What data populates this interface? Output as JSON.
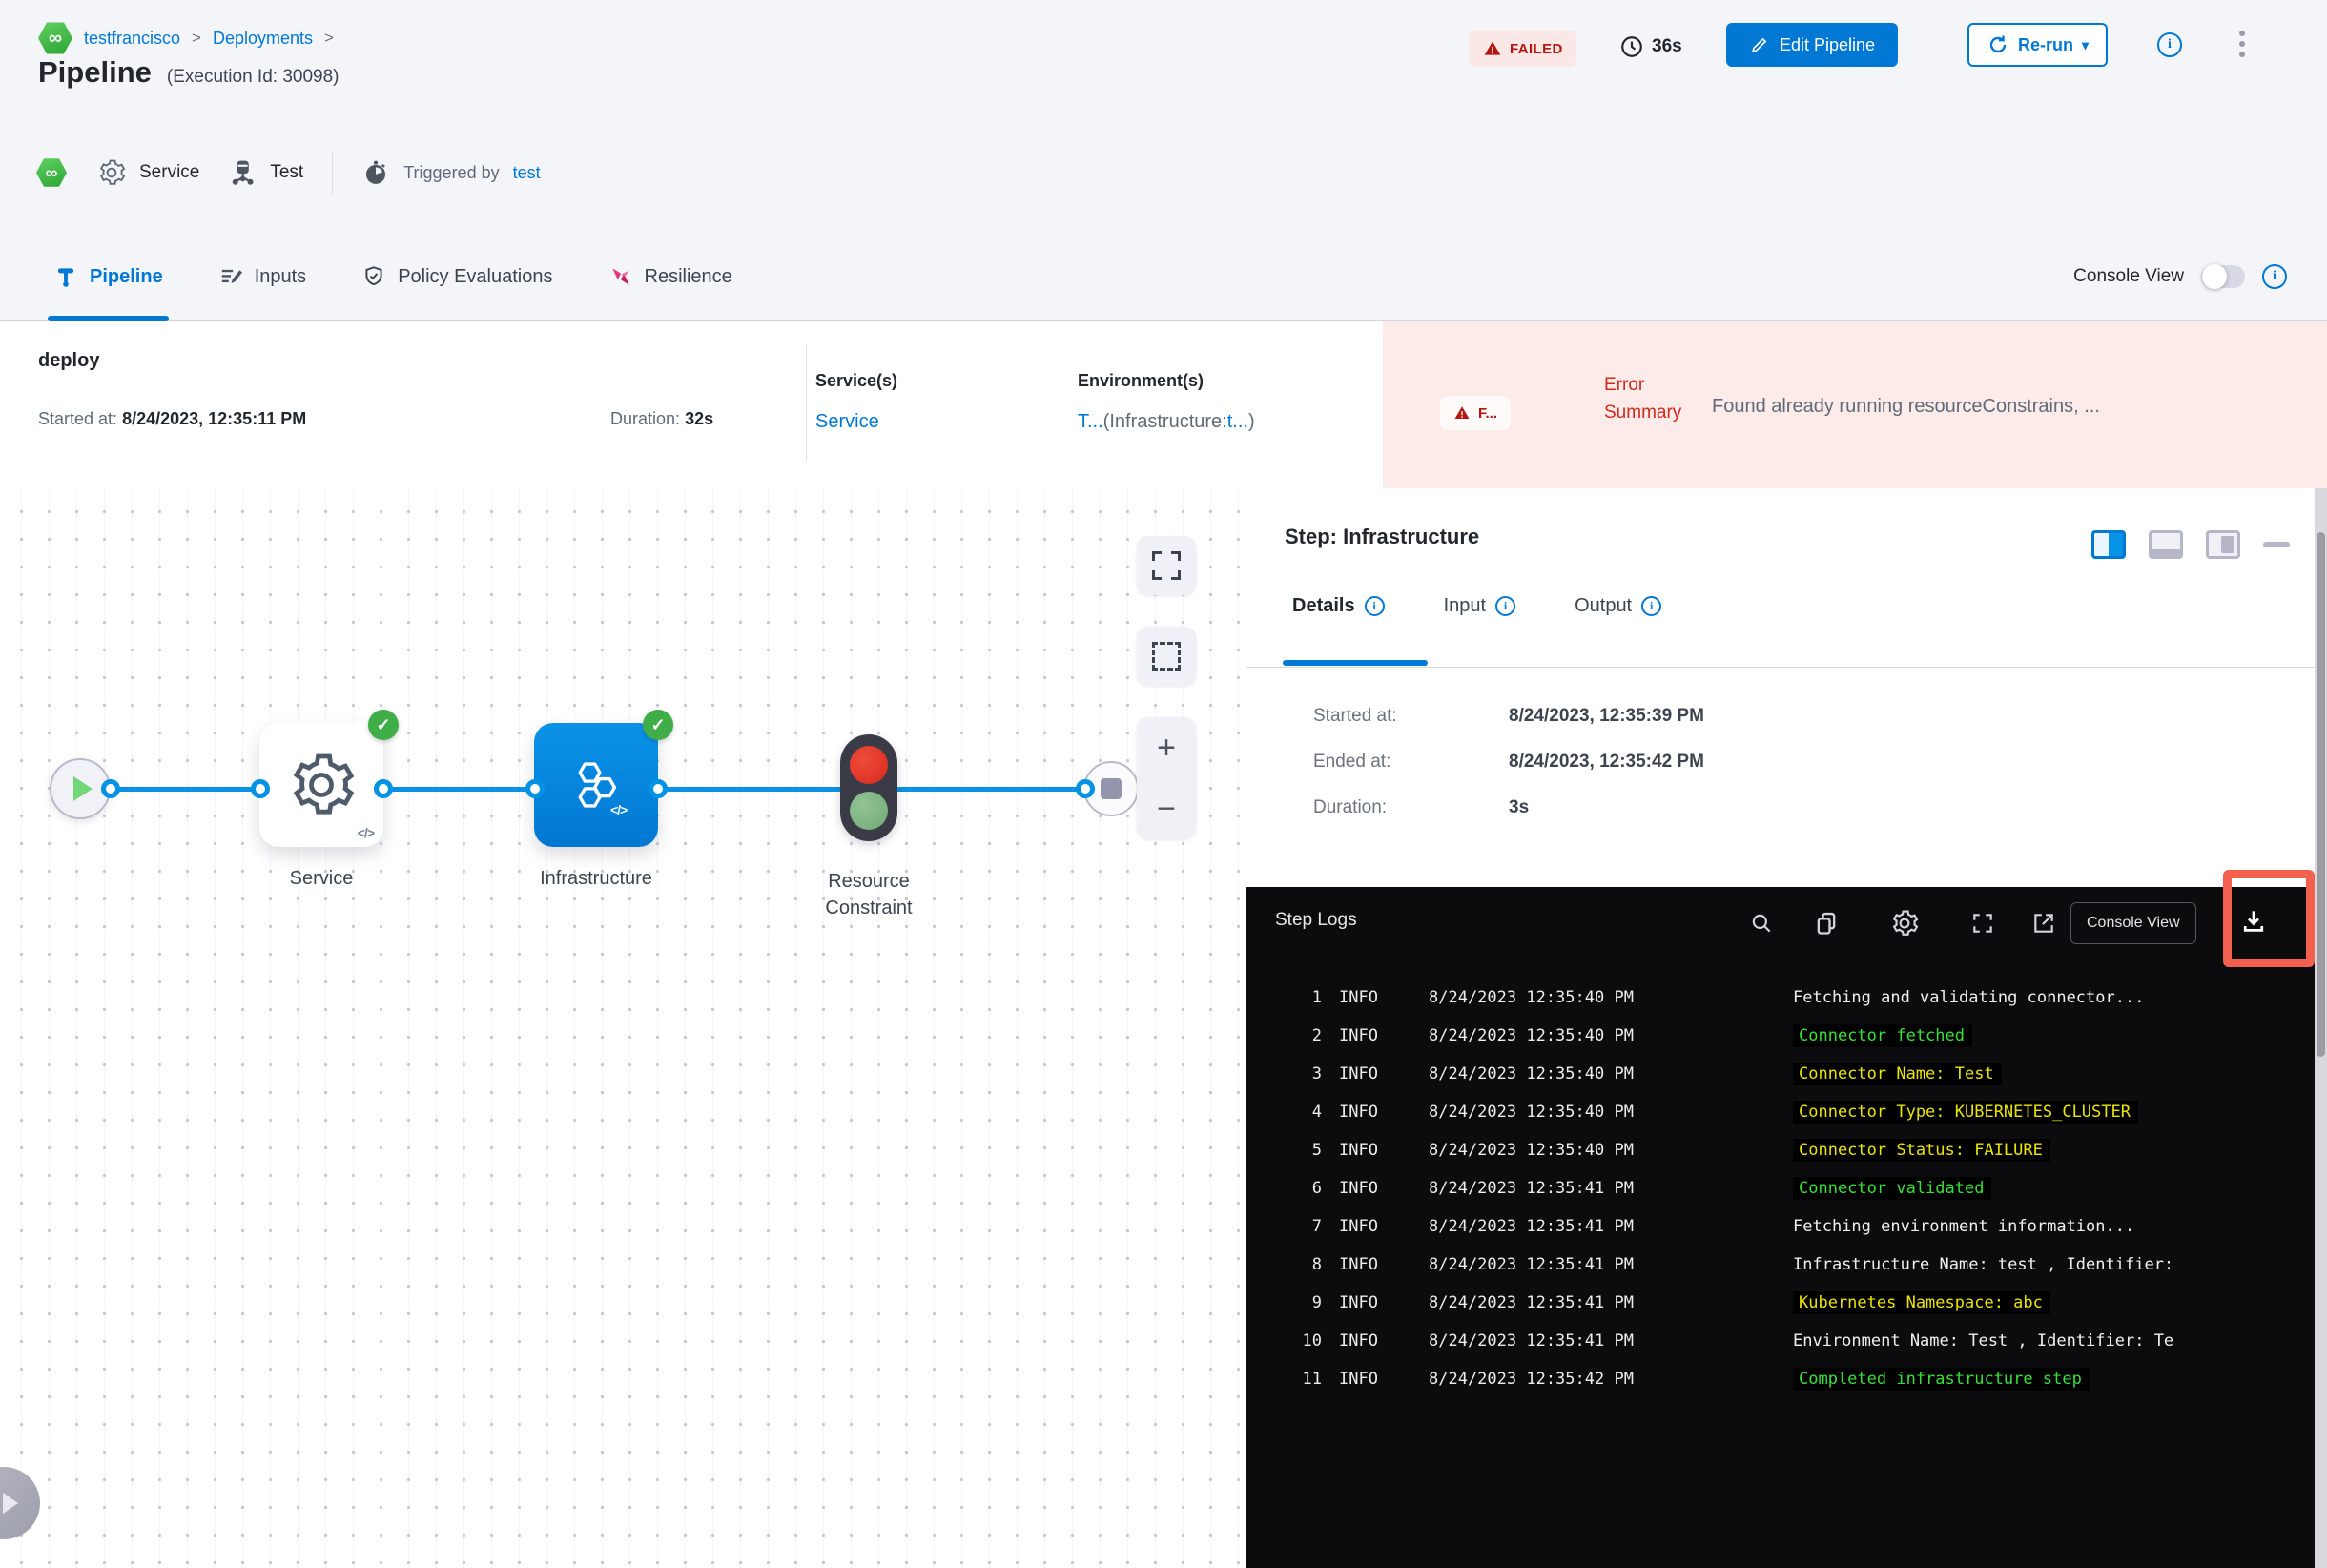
{
  "colors": {
    "accent": "#0278d5",
    "failed_red": "#b41710",
    "error_text": "#d3281c",
    "log_green": "#35e135",
    "log_yellow": "#e9e400",
    "annotation_red": "#f4604e",
    "node_blue": "#0278d5",
    "success_green": "#3fae49"
  },
  "icons": {
    "infinity": "∞",
    "check": "✓",
    "code": "</>",
    "caret": "▾",
    "warning": "!",
    "chevron": ">"
  },
  "breadcrumb": {
    "project": "testfrancisco",
    "section": "Deployments",
    "separator": ">"
  },
  "header": {
    "title": "Pipeline",
    "execution_id": "(Execution Id: 30098)",
    "status": "FAILED",
    "elapsed": "36s",
    "edit_button": "Edit Pipeline",
    "rerun_button": "Re-run",
    "service_label": "Service",
    "test_label": "Test",
    "triggered_by_label": "Triggered by",
    "triggered_by_user": "test"
  },
  "tabs": {
    "items": [
      {
        "label": "Pipeline"
      },
      {
        "label": "Inputs"
      },
      {
        "label": "Policy Evaluations"
      },
      {
        "label": "Resilience"
      }
    ],
    "console_view_label": "Console View"
  },
  "summary": {
    "stage": "deploy",
    "started_label": "Started at:",
    "started_value": "8/24/2023, 12:35:11 PM",
    "duration_label": "Duration:",
    "duration_value": "32s",
    "services_heading": "Service(s)",
    "services_value": "Service",
    "environments_heading": "Environment(s)",
    "env_part1": "T...",
    "env_part2": "(Infrastructure:",
    "env_part3": "t...",
    "env_part4": ")",
    "error_chip": "F...",
    "error_label": "Error Summary",
    "error_message": "Found already running resourceConstrains, ..."
  },
  "canvas": {
    "zoom_in": "+",
    "zoom_out": "−",
    "nodes": [
      {
        "label": "Service"
      },
      {
        "label": "Infrastructure"
      },
      {
        "label": "Resource Constraint"
      }
    ]
  },
  "step_panel": {
    "title": "Step: Infrastructure",
    "tabs": [
      {
        "label": "Details"
      },
      {
        "label": "Input"
      },
      {
        "label": "Output"
      }
    ],
    "fields": [
      {
        "label": "Started at:",
        "value": "8/24/2023, 12:35:39 PM"
      },
      {
        "label": "Ended at:",
        "value": "8/24/2023, 12:35:42 PM"
      },
      {
        "label": "Duration:",
        "value": "3s"
      }
    ]
  },
  "logs": {
    "title": "Step Logs",
    "console_view_button": "Console View",
    "lines": [
      {
        "n": "1",
        "level": "INFO",
        "time": "8/24/2023 12:35:40 PM",
        "msg": "Fetching and validating connector...",
        "color": "white"
      },
      {
        "n": "2",
        "level": "INFO",
        "time": "8/24/2023 12:35:40 PM",
        "msg": "Connector fetched",
        "color": "green"
      },
      {
        "n": "3",
        "level": "INFO",
        "time": "8/24/2023 12:35:40 PM",
        "msg": "Connector Name: Test",
        "color": "yellow"
      },
      {
        "n": "4",
        "level": "INFO",
        "time": "8/24/2023 12:35:40 PM",
        "msg": "Connector Type: KUBERNETES_CLUSTER",
        "color": "yellow"
      },
      {
        "n": "5",
        "level": "INFO",
        "time": "8/24/2023 12:35:40 PM",
        "msg": "Connector Status: FAILURE",
        "color": "yellow"
      },
      {
        "n": "6",
        "level": "INFO",
        "time": "8/24/2023 12:35:41 PM",
        "msg": "Connector validated",
        "color": "green"
      },
      {
        "n": "7",
        "level": "INFO",
        "time": "8/24/2023 12:35:41 PM",
        "msg": "Fetching environment information...",
        "color": "white"
      },
      {
        "n": "8",
        "level": "INFO",
        "time": "8/24/2023 12:35:41 PM",
        "msg": "Infrastructure Name: test , Identifier:",
        "color": "white"
      },
      {
        "n": "9",
        "level": "INFO",
        "time": "8/24/2023 12:35:41 PM",
        "msg": "Kubernetes Namespace: abc",
        "color": "yellow"
      },
      {
        "n": "10",
        "level": "INFO",
        "time": "8/24/2023 12:35:41 PM",
        "msg": "Environment Name: Test , Identifier: Te",
        "color": "white"
      },
      {
        "n": "11",
        "level": "INFO",
        "time": "8/24/2023 12:35:42 PM",
        "msg": "Completed infrastructure step",
        "color": "green"
      }
    ]
  }
}
